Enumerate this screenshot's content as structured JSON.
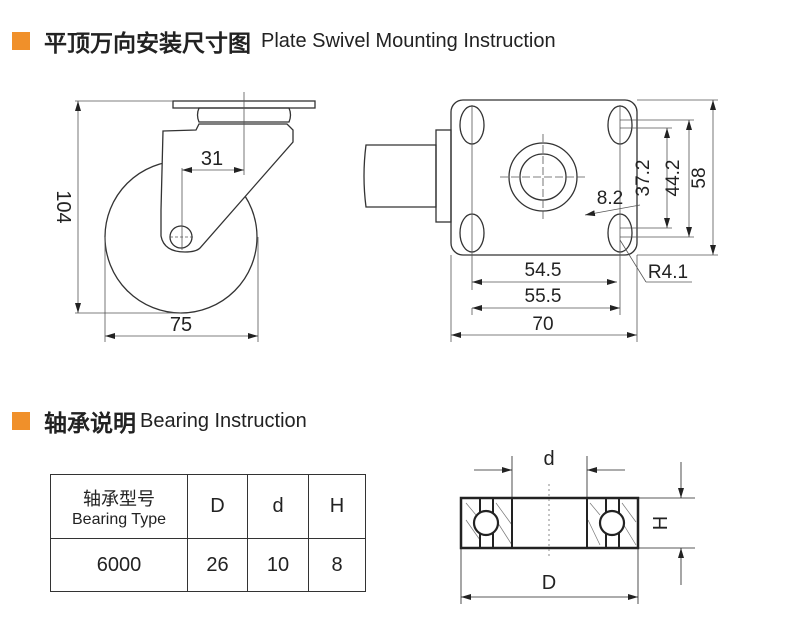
{
  "section1": {
    "title_zh": "平顶万向安装尺寸图",
    "title_en": "Plate Swivel Mounting Instruction"
  },
  "side_view": {
    "height": "104",
    "offset": "31",
    "wheel_diameter": "75"
  },
  "top_view": {
    "hole_spacing_v1": "37.2",
    "hole_spacing_v2": "44.2",
    "plate_height": "58",
    "slot_length": "8.2",
    "hole_spacing_h1": "54.5",
    "hole_spacing_h2": "55.5",
    "plate_width": "70",
    "radius": "R4.1"
  },
  "section2": {
    "title_zh": "轴承说明",
    "title_en": "Bearing Instruction"
  },
  "table": {
    "header": {
      "type_zh": "轴承型号",
      "type_en": "Bearing Type",
      "D": "D",
      "d": "d",
      "H": "H"
    },
    "row": {
      "type": "6000",
      "D": "26",
      "d": "10",
      "H": "8"
    }
  },
  "bearing_drawing": {
    "inner": "d",
    "outer": "D",
    "height": "H"
  },
  "colors": {
    "accent": "#f0902a"
  }
}
